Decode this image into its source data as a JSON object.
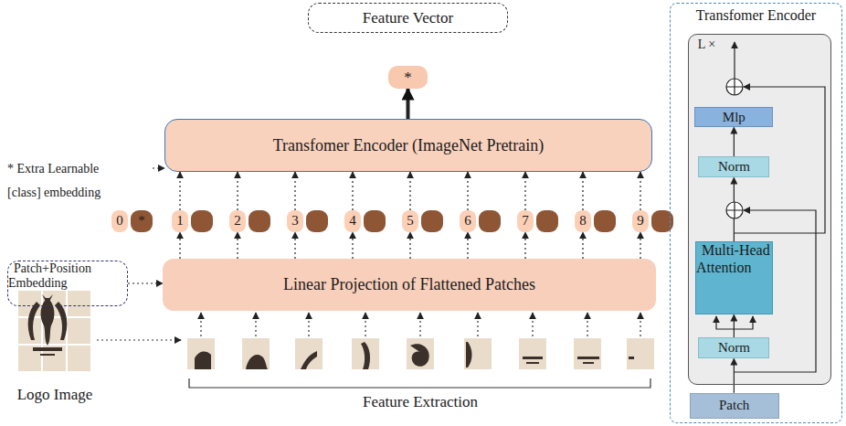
{
  "diagram": {
    "nodes": [
      {
        "text": [
          "Feature Vector"
        ]
      },
      {
        "text": [
          "*"
        ]
      },
      {
        "text": [
          "Transfomer Encoder (ImageNet Pretrain)"
        ]
      },
      {
        "text": [
          "0"
        ]
      },
      {
        "text": [
          "*"
        ]
      },
      {
        "text": [
          "1"
        ]
      },
      {
        "text": [
          "2"
        ]
      },
      {
        "text": [
          "3"
        ]
      },
      {
        "text": [
          "4"
        ]
      },
      {
        "text": [
          "5"
        ]
      },
      {
        "text": [
          "6"
        ]
      },
      {
        "text": [
          "7"
        ]
      },
      {
        "text": [
          "8"
        ]
      },
      {
        "text": [
          "9"
        ]
      },
      {
        "text": [
          "Linear Projection of Flattened Patches"
        ]
      },
      {
        "text": [
          "Patch+Position Embedding"
        ]
      },
      {
        "text": [
          "Transfomer Encoder"
        ]
      },
      {
        "text": [
          "L ×"
        ],
        "in": 16
      },
      {
        "text": [
          "Mlp"
        ],
        "in": 17
      },
      {
        "text": [
          "Norm"
        ],
        "in": 17
      },
      {
        "text": [
          "Multi-Head Attention"
        ],
        "in": 17
      },
      {
        "text": [
          "Norm"
        ],
        "in": 17
      },
      {
        "text": [
          "Patch"
        ],
        "in": 16
      }
    ],
    "edges": [
      {
        "from": 2,
        "to": 1,
        "arrow": "to"
      },
      {
        "from": 4,
        "to": 2,
        "arrow": "to"
      },
      {
        "from": 5,
        "to": 2,
        "arrow": "to"
      },
      {
        "from": 6,
        "to": 2,
        "arrow": "to"
      },
      {
        "from": 7,
        "to": 2,
        "arrow": "to"
      },
      {
        "from": 8,
        "to": 2,
        "arrow": "to"
      },
      {
        "from": 9,
        "to": 2,
        "arrow": "to"
      },
      {
        "from": 10,
        "to": 2,
        "arrow": "to"
      },
      {
        "from": 11,
        "to": 2,
        "arrow": "to"
      },
      {
        "from": 12,
        "to": 2,
        "arrow": "to"
      },
      {
        "from": 13,
        "to": 2,
        "arrow": "to"
      },
      {
        "from": 14,
        "to": 5,
        "arrow": "to"
      },
      {
        "from": 14,
        "to": 6,
        "arrow": "to"
      },
      {
        "from": 14,
        "to": 7,
        "arrow": "to"
      },
      {
        "from": 14,
        "to": 8,
        "arrow": "to"
      },
      {
        "from": 14,
        "to": 9,
        "arrow": "to"
      },
      {
        "from": 14,
        "to": 10,
        "arrow": "to"
      },
      {
        "from": 14,
        "to": 11,
        "arrow": "to"
      },
      {
        "from": 14,
        "to": 12,
        "arrow": "to"
      },
      {
        "from": 14,
        "to": 13,
        "arrow": "to"
      },
      {
        "from": 15,
        "to": 14,
        "arrow": "to"
      },
      {
        "from": 22,
        "to": 21,
        "arrow": "to"
      },
      {
        "from": 21,
        "to": 20,
        "arrow": "to"
      },
      {
        "from": 20,
        "to": 19,
        "arrow": "to"
      },
      {
        "from": 19,
        "to": 18,
        "arrow": "to"
      }
    ],
    "labels": [
      "* Extra Learnable [class] embedding",
      "Logo Image",
      "Feature Extraction"
    ]
  }
}
